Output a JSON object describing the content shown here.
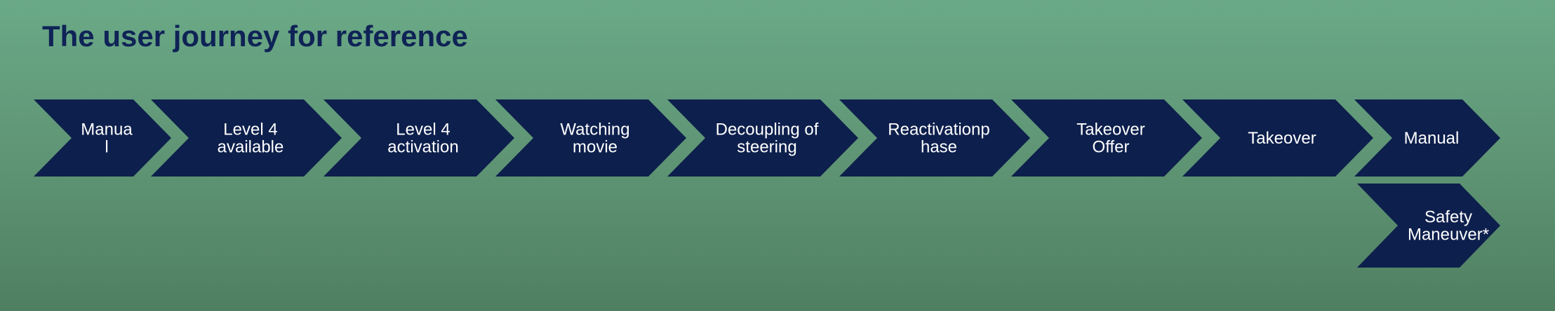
{
  "title": "The user journey for reference",
  "colors": {
    "chevron": "#0d1f4c",
    "title": "#0f2356",
    "text": "#ffffff"
  },
  "steps": [
    {
      "lines": [
        "Manua",
        "l"
      ]
    },
    {
      "lines": [
        "Level 4",
        "available"
      ]
    },
    {
      "lines": [
        "Level 4",
        "activation"
      ]
    },
    {
      "lines": [
        "Watching",
        "movie"
      ]
    },
    {
      "lines": [
        "Decoupling of",
        "steering"
      ]
    },
    {
      "lines": [
        "Reactivationp",
        "hase"
      ]
    },
    {
      "lines": [
        "Takeover",
        "Offer"
      ]
    },
    {
      "lines": [
        "Takeover"
      ]
    },
    {
      "lines": [
        "Manual"
      ]
    }
  ],
  "branch": {
    "lines": [
      "Safety",
      "Maneuver*"
    ]
  }
}
